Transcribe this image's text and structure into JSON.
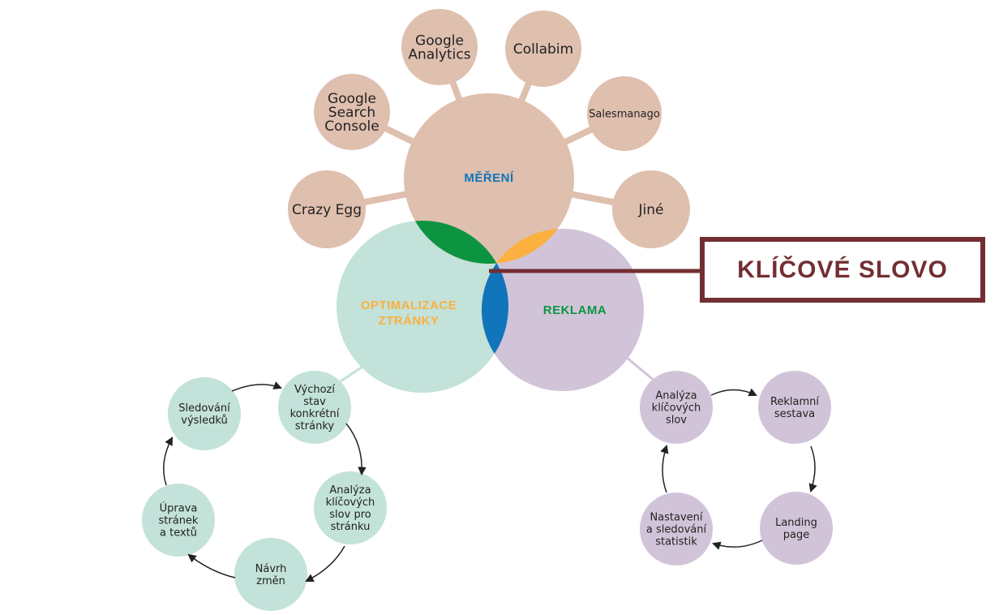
{
  "colors": {
    "measure": "#dfbfae",
    "optimize": "#c3e2d9",
    "ads": "#d1c4d8",
    "green": "#0c9441",
    "orange": "#fbb040",
    "blue": "#1075bb",
    "keyword": "#722f33",
    "arrow": "#222222"
  },
  "center": {
    "measure": "MĚŘENÍ",
    "optimize": [
      "OPTIMALIZACE",
      "ZTRÁNKY"
    ],
    "ads": "REKLAMA",
    "keyword": "KLÍČOVÉ SLOVO"
  },
  "tools": [
    {
      "lines": [
        "Google",
        "Analytics"
      ]
    },
    {
      "lines": [
        "Collabim"
      ]
    },
    {
      "lines": [
        "Google",
        "Search",
        "Console"
      ]
    },
    {
      "lines": [
        "Salesmanago"
      ]
    },
    {
      "lines": [
        "Crazy Egg"
      ]
    },
    {
      "lines": [
        "Jiné"
      ]
    }
  ],
  "optimize_cycle": [
    {
      "lines": [
        "Výchozí",
        "stav",
        "konkrétní",
        "stránky"
      ]
    },
    {
      "lines": [
        "Analýza",
        "klíčových",
        "slov pro",
        "stránku"
      ]
    },
    {
      "lines": [
        "Návrh",
        "změn"
      ]
    },
    {
      "lines": [
        "Úprava",
        "stránek",
        "a textů"
      ]
    },
    {
      "lines": [
        "Sledování",
        "výsledků"
      ]
    }
  ],
  "ads_cycle": [
    {
      "lines": [
        "Analýza",
        "klíčových",
        "slov"
      ]
    },
    {
      "lines": [
        "Reklamní",
        "sestava"
      ]
    },
    {
      "lines": [
        "Landing",
        "page"
      ]
    },
    {
      "lines": [
        "Nastavení",
        "a sledování",
        "statistik"
      ]
    }
  ]
}
